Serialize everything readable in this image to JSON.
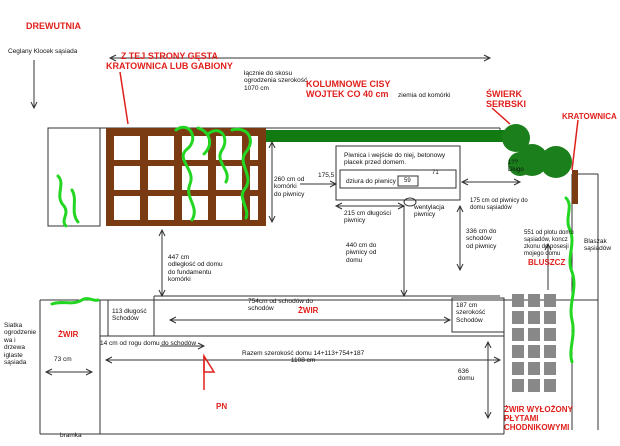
{
  "labels": {
    "drewutnia": "DREWUTNIA",
    "ceglany": "Ceglany Klocek sąsiada",
    "z_tej_strony": "Z TEJ STRONY GĘSTA\nKRATOWNICA LUB GABIONY",
    "laczna_szer": "łącznie do skosu\nogrodzenia szerokość\n1070 cm",
    "kolumnowe": "KOLUMNOWE CISY\nWOJTEK CO 40 cm",
    "ziemia": "ziemia od komórki",
    "swierk": "ŚWIERK\nSERBSKI",
    "kratownica": "KRATOWNICA",
    "piwnica": "Piwnica i wejście do niej, betonowy\nplacek przed domem.",
    "dzura": "dziura do piwnicy",
    "dzura_n1": "59",
    "dzura_n2": "71",
    "cm_ha": "260 cm od\nkomórki\ndo piwnicy",
    "n175": "175,5",
    "n215": "215 cm długości\npiwnicy",
    "wentylacja": "wentylacja\npiwnicy",
    "n175b": "175 cm od piwnicy do\ndomu sąsiadów",
    "n336": "336 cm do\nschodów\nod piwnicy",
    "n440": "440 cm do\npiwnicy od\ndomu",
    "n447": "447 cm\nodległość od domu\ndo fundamentu\nkomórki",
    "blaszak": "Blaszak\nsąsiadów",
    "n551": "551 od płotu domu\nsąsiadów, koncz\nzkonu do posesji\nmojego domu",
    "bluszcz": "BLUSZCZ",
    "n113": "113 długość\nSchodów",
    "zwir1": "ŻWIR",
    "n754": "754cm od schodów do\nschodów",
    "zwir2": "ŻWIR",
    "n187": "187 cm\nszerokość\nSchodów",
    "siatka": "Siatka\nogrodzenie\nwa i\ndrzewa\niglaste\nsąsiada",
    "n73": "73 cm",
    "n14": "14 cm od rogu domu do schodów",
    "razem": "Razem szerokość domu 14+113+754+187\n1108 cm",
    "n636": "636\ndomu",
    "pn": "PN",
    "zwir_wylozony": "ŻWIR WYŁOŻONY\nPŁYTAMI\nCHODNIKOWYMI",
    "bramka": "bramka",
    "dluzsze": "1??\nDługo"
  },
  "colors": {
    "annotation_red": "#e0201c",
    "hedge_green": "#117a11",
    "tree_green": "#1b7f1b",
    "ivy_green": "#22d622",
    "trellis_brown": "#7a3a12",
    "paver_gray": "#888888"
  }
}
